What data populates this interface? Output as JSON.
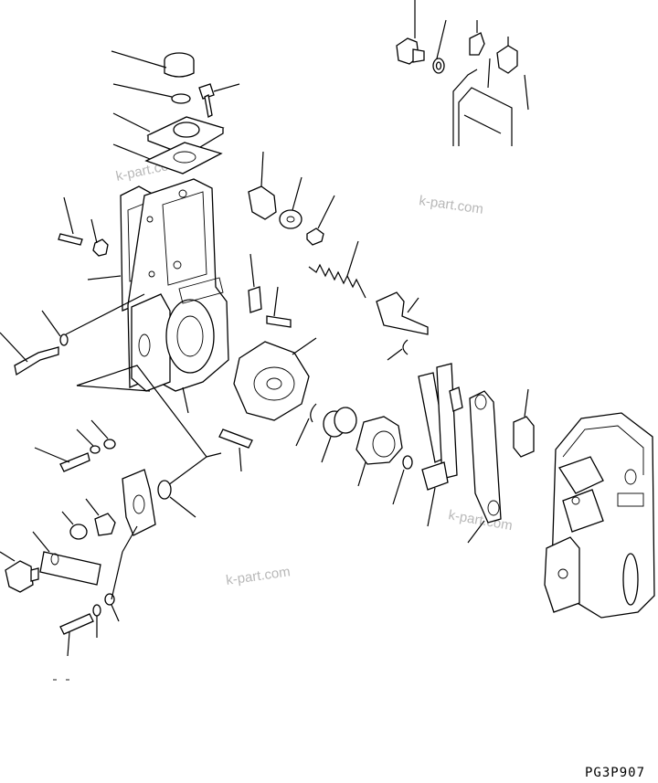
{
  "diagram": {
    "drawing_code": "PG3P907",
    "watermarks": [
      "k-part.com",
      "k-part.com",
      "k-part.com",
      "k-part.com"
    ]
  }
}
